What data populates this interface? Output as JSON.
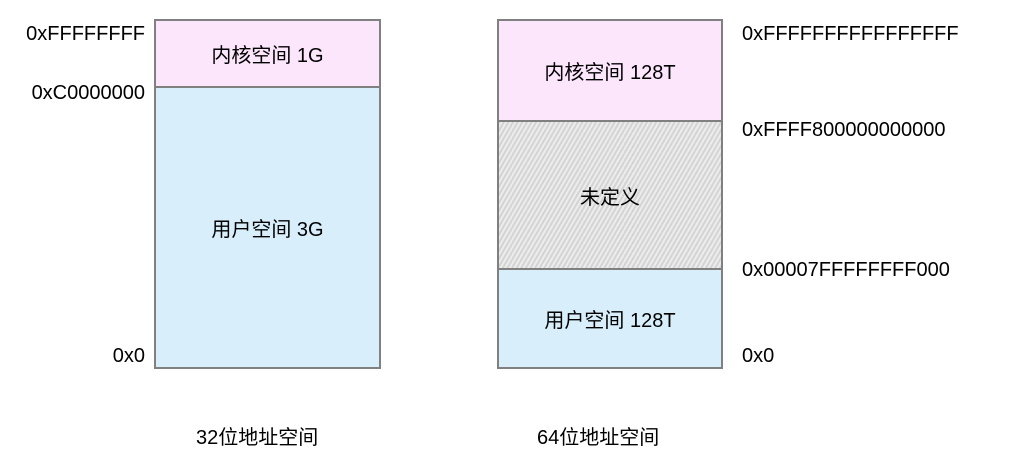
{
  "left": {
    "kernel": "内核空间 1G",
    "user": "用户空间 3G",
    "addr_top": "0xFFFFFFFF",
    "addr_split": "0xC0000000",
    "addr_bottom": "0x0",
    "caption": "32位地址空间"
  },
  "right": {
    "kernel": "内核空间 128T",
    "undefined": "未定义",
    "user": "用户空间 128T",
    "addr_top": "0xFFFFFFFFFFFFFFFF",
    "addr_kernel_start": "0xFFFF800000000000",
    "addr_user_end": "0x00007FFFFFFFF000",
    "addr_bottom": "0x0",
    "caption": "64位地址空间"
  }
}
